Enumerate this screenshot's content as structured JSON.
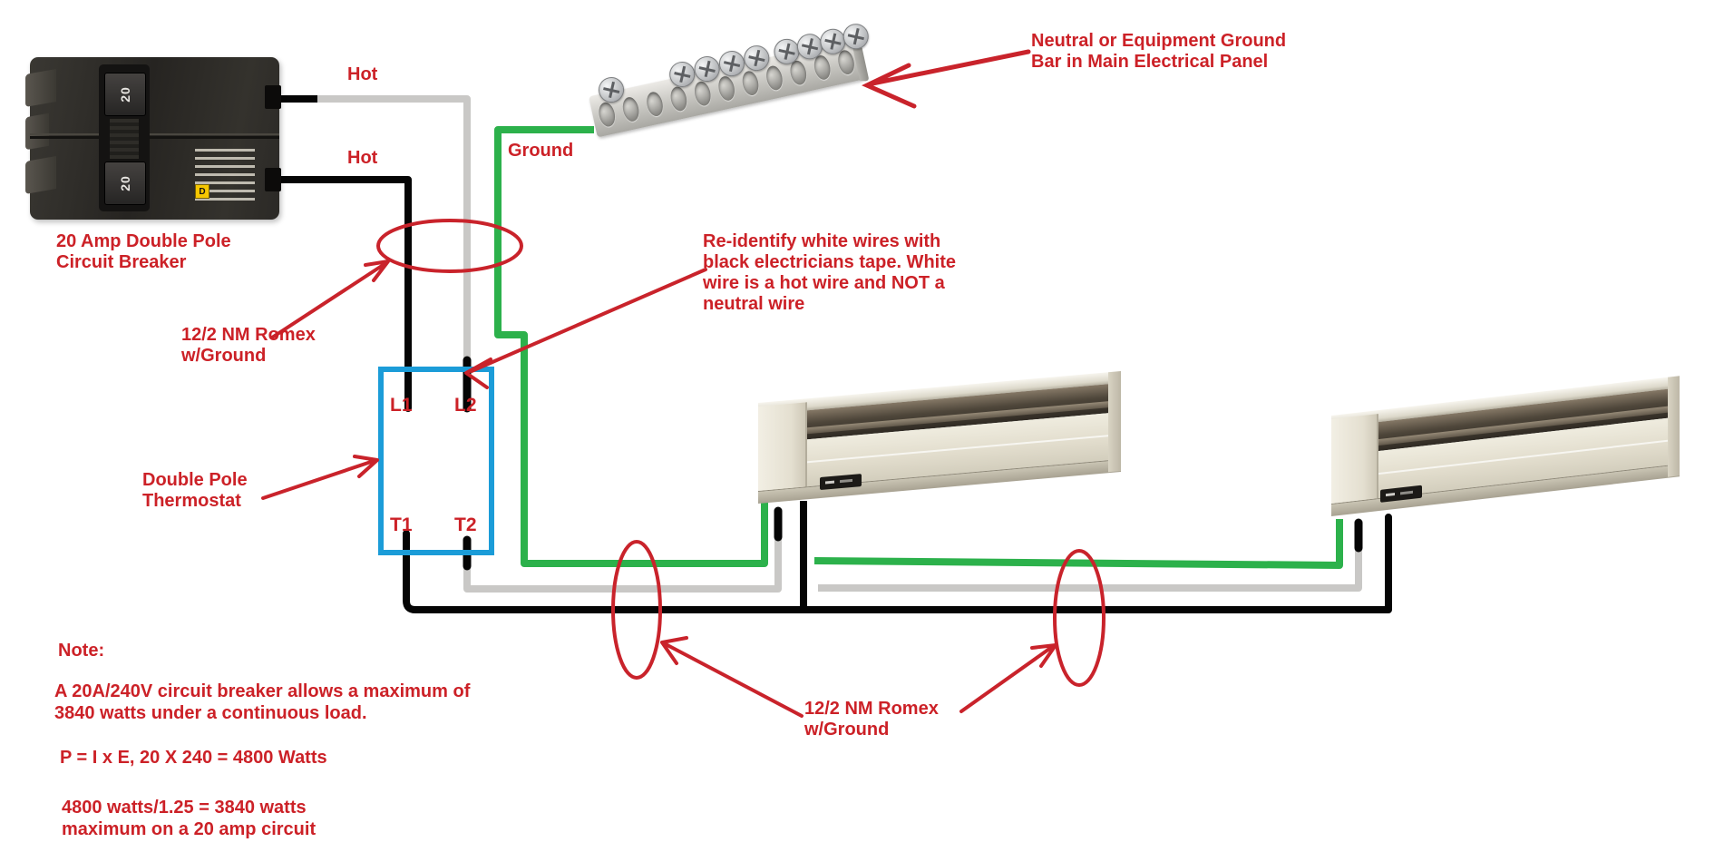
{
  "colors": {
    "annotation_red": "#cc2127",
    "wire_black": "#050505",
    "wire_white_gray": "#c9c8c6",
    "wire_ground_green": "#2cb14b",
    "thermostat_blue": "#1b9cd8",
    "breaker_logo_yellow": "#f6c700"
  },
  "labels": {
    "hot_top": "Hot",
    "hot_bottom": "Hot",
    "ground": "Ground",
    "neutral_bar": "Neutral or Equipment Ground Bar in Main Electrical Panel",
    "breaker_caption": "20 Amp Double Pole Circuit Breaker",
    "romex_top": "12/2 NM Romex w/Ground",
    "reidentify_note": "Re-identify white wires with black electricians tape. White wire is a hot wire and NOT a neutral wire",
    "thermostat_caption": "Double Pole Thermostat",
    "romex_bottom": "12/2 NM Romex w/Ground"
  },
  "thermostat": {
    "terminal_l1": "L1",
    "terminal_l2": "L2",
    "terminal_t1": "T1",
    "terminal_t2": "T2"
  },
  "breaker": {
    "pole1_amps": "20",
    "pole2_amps": "20",
    "logo_letter": "D"
  },
  "ground_bar": {
    "screw_count": 9,
    "hole_count": 11
  },
  "note": {
    "title": "Note:",
    "para1": "A 20A/240V circuit breaker allows a maximum of 3840 watts under a continuous load.",
    "para2": "P = I x E, 20 X 240 = 4800 Watts",
    "para3": "4800 watts/1.25 = 3840 watts maximum on a 20 amp circuit"
  }
}
